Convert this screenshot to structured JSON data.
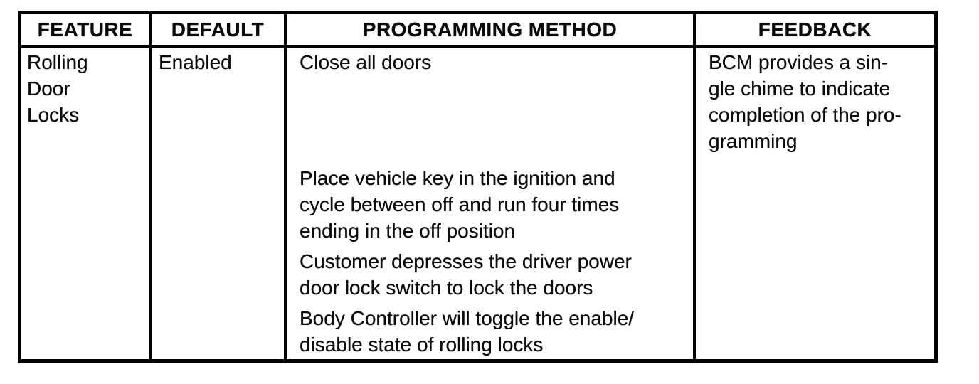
{
  "table": {
    "headers": [
      "FEATURE",
      "DEFAULT",
      "PROGRAMMING METHOD",
      "FEEDBACK"
    ],
    "row": {
      "feature_lines": [
        "Rolling",
        "Door",
        "Locks"
      ],
      "default_value": "Enabled",
      "programming_paragraphs": [
        {
          "lines": [
            "Close all doors"
          ]
        },
        {
          "lines": [
            "Place vehicle key in the ignition and",
            "cycle between off and run four times",
            "ending in the off position"
          ]
        },
        {
          "lines": [
            "Customer depresses the driver power",
            "door lock switch to lock the doors"
          ]
        },
        {
          "lines": [
            "Body Controller will toggle the enable/",
            "disable state of rolling locks"
          ]
        }
      ],
      "feedback_lines": [
        "BCM provides a sin-",
        "gle chime to indicate",
        "completion of the pro-",
        "gramming"
      ]
    },
    "ink_color": "#0b0b0b",
    "border_color": "#000000",
    "paper_color": "#ffffff"
  }
}
